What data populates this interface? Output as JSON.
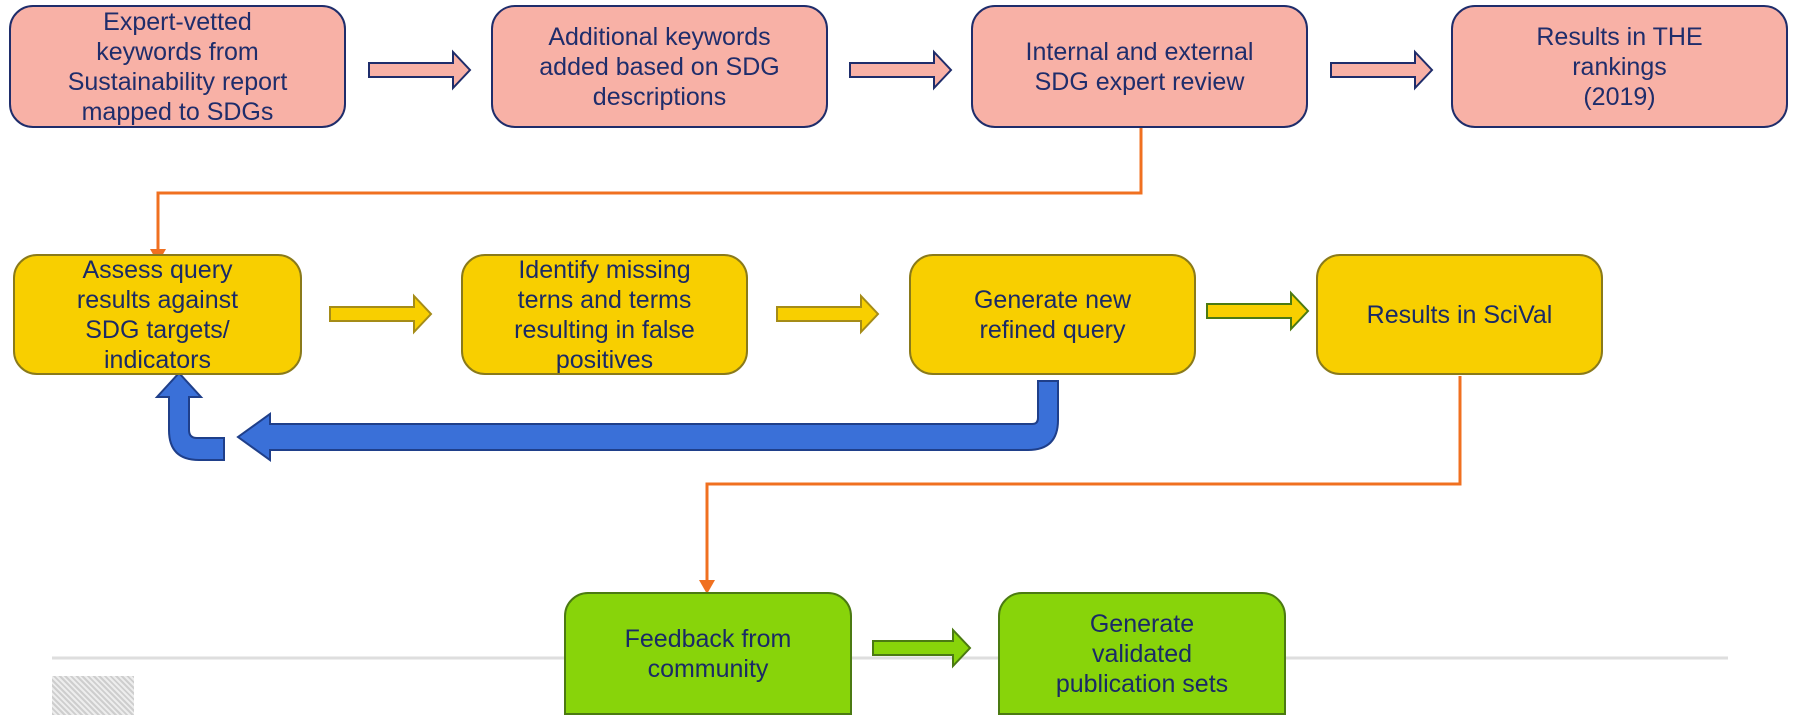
{
  "nodes": {
    "n1": "Expert-vetted\nkeywords from\nSustainability report\nmapped to SDGs",
    "n2": "Additional keywords\nadded based on SDG\ndescriptions",
    "n3": "Internal and external\nSDG expert review",
    "n4": "Results in THE\nrankings\n(2019)",
    "n5": "Assess query\nresults against\nSDG targets/\nindicators",
    "n6": "Identify missing\nterns and terms\nresulting in false\npositives",
    "n7": "Generate new\nrefined query",
    "n8": "Results in SciVal",
    "n9": "Feedback from\ncommunity",
    "n10": "Generate\nvalidated\npublication sets"
  },
  "colors": {
    "pink_fill": "#f8b1a6",
    "pink_border": "#1f2d6b",
    "yellow_fill": "#f8cf00",
    "green_fill": "#88d40a",
    "orange_connector": "#f07020",
    "blue_loop_arrow": "#3a70d8",
    "text": "#1f2d6b"
  },
  "icons": {
    "publisher_logo": "tree-logo"
  }
}
